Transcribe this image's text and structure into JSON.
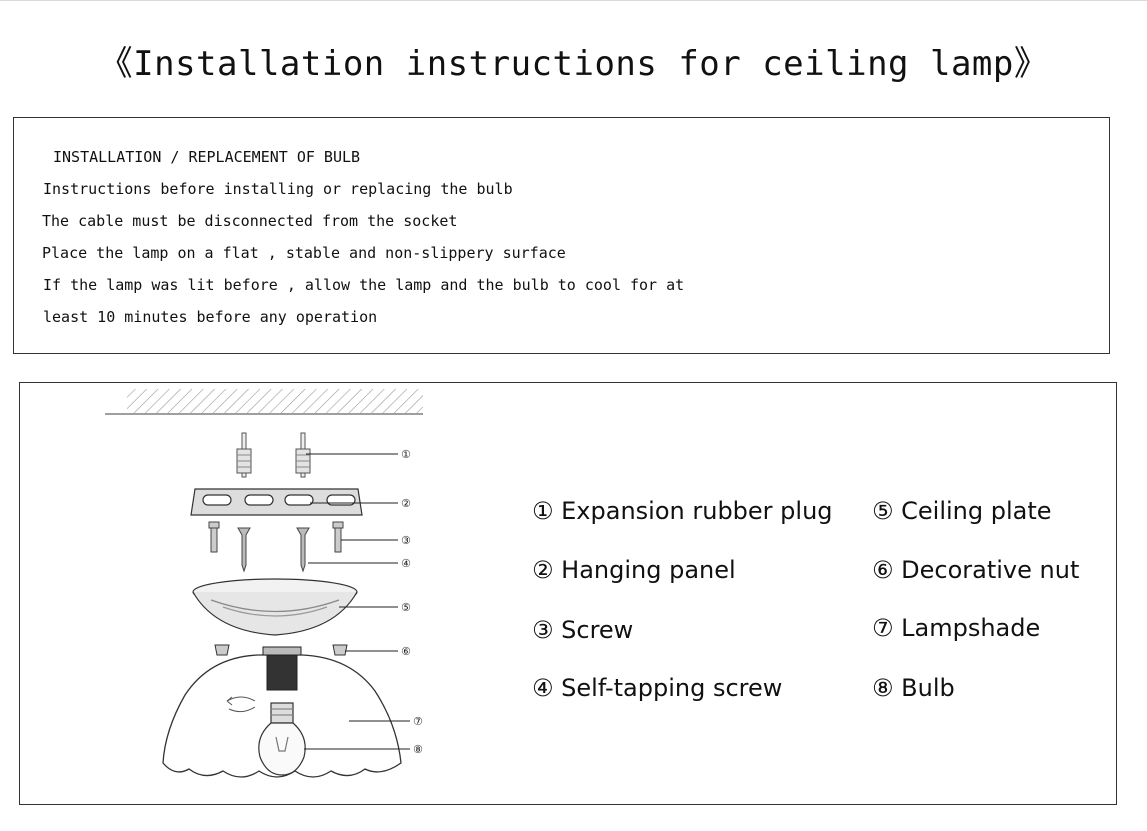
{
  "title": "《Installation instructions for ceiling lamp》",
  "instructions": {
    "heading": "INSTALLATION / REPLACEMENT OF BULB",
    "lines": [
      "Instructions before installing or replacing the bulb",
      "The cable must be disconnected from the socket",
      "Place the lamp on a flat , stable and non-slippery surface",
      "If the lamp was lit before , allow the lamp and the bulb to cool for at",
      "least 10 minutes before any operation"
    ]
  },
  "diagram": {
    "callouts": [
      "①",
      "②",
      "③",
      "④",
      "⑤",
      "⑥",
      "⑦",
      "⑧"
    ]
  },
  "legend": {
    "left": [
      "① Expansion rubber plug",
      "② Hanging panel",
      "③ Screw",
      "④ Self-tapping screw"
    ],
    "right": [
      "⑤ Ceiling plate",
      "⑥ Decorative nut",
      "⑦ Lampshade",
      "⑧ Bulb"
    ]
  }
}
